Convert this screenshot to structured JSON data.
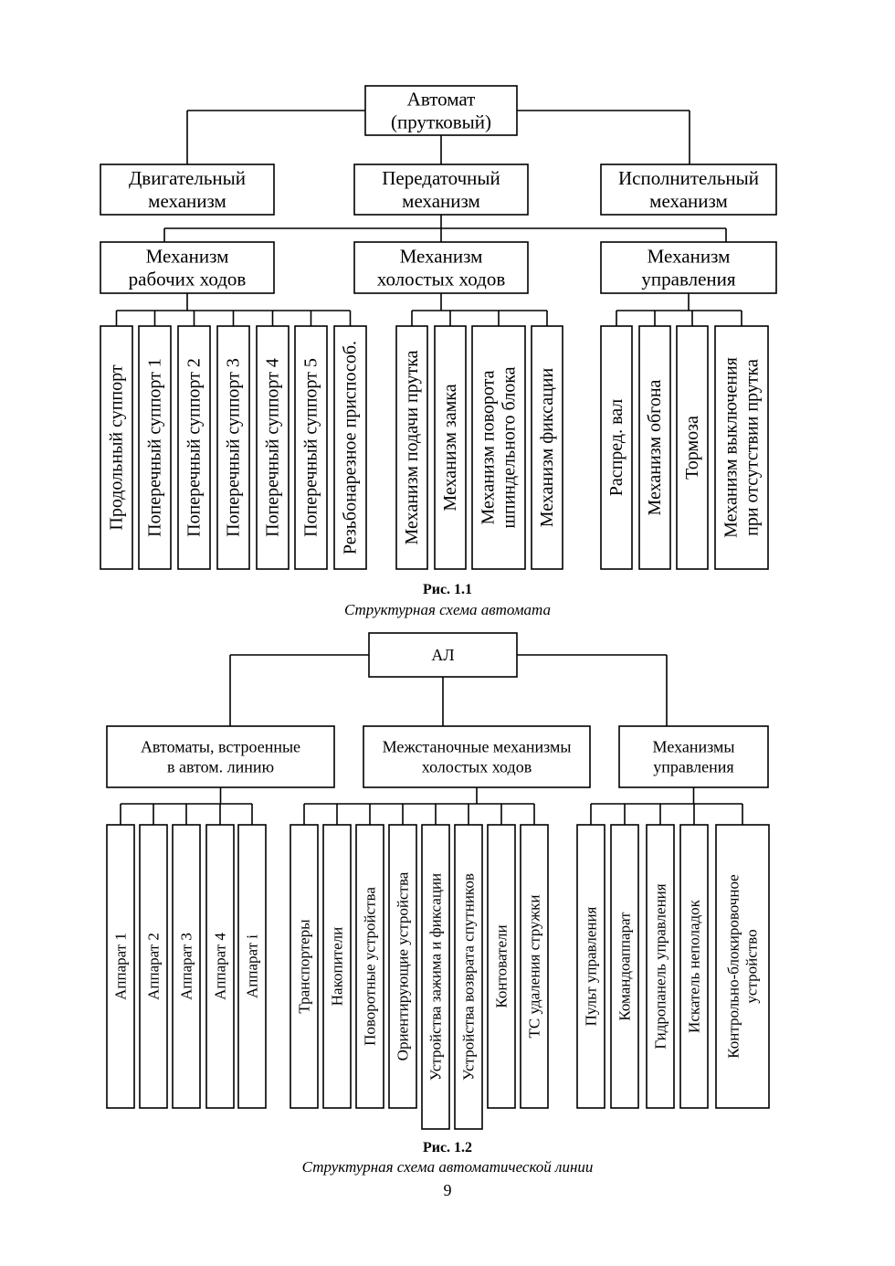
{
  "figure1": {
    "number": "Рис. 1.1",
    "caption": "Структурная схема автомата",
    "root": [
      "Автомат",
      "(прутковый)"
    ],
    "level1": [
      [
        "Двигательный",
        "механизм"
      ],
      [
        "Передаточный",
        "механизм"
      ],
      [
        "Исполнительный",
        "механизм"
      ]
    ],
    "level2": [
      [
        "Механизм",
        "рабочих ходов"
      ],
      [
        "Механизм",
        "холостых ходов"
      ],
      [
        "Механизм",
        "управления"
      ]
    ],
    "leaves": [
      [
        [
          "Продольный суппорт"
        ],
        [
          "Поперечный суппорт 1"
        ],
        [
          "Поперечный суппорт 2"
        ],
        [
          "Поперечный суппорт 3"
        ],
        [
          "Поперечный суппорт 4"
        ],
        [
          "Поперечный суппорт 5"
        ],
        [
          "Резьбонарезное приспособ."
        ]
      ],
      [
        [
          "Механизм подачи прутка"
        ],
        [
          "Механизм замка"
        ],
        [
          "Механизм поворота",
          "шпиндельного блока"
        ],
        [
          "Механизм фиксации"
        ]
      ],
      [
        [
          "Распред. вал"
        ],
        [
          "Механизм обгона"
        ],
        [
          "Тормоза"
        ],
        [
          "Механизм выключения",
          "при отсутствии прутка"
        ]
      ]
    ]
  },
  "figure2": {
    "number": "Рис. 1.2",
    "caption": "Структурная схема автоматической линии",
    "root": [
      "АЛ"
    ],
    "level1": [
      [
        "Автоматы, встроенные",
        "в автом. линию"
      ],
      [
        "Межстаночные механизмы",
        "холостых ходов"
      ],
      [
        "Механизмы",
        "управления"
      ]
    ],
    "leaves": [
      [
        [
          "Аппарат 1"
        ],
        [
          "Аппарат 2"
        ],
        [
          "Аппарат 3"
        ],
        [
          "Аппарат 4"
        ],
        [
          "Аппарат i"
        ]
      ],
      [
        [
          "Транспортеры"
        ],
        [
          "Накопители"
        ],
        [
          "Поворотные устройства"
        ],
        [
          "Ориентирующие устройства"
        ],
        [
          "Устройства зажима и фиксации"
        ],
        [
          "Устройства возврата спутников"
        ],
        [
          "Контователи"
        ],
        [
          "ТС удаления стружки"
        ]
      ],
      [
        [
          "Пульт управления"
        ],
        [
          "Командоаппарат"
        ],
        [
          "Гидропанель управления"
        ],
        [
          "Искатель неполадок"
        ],
        [
          "Контрольно-блокировочное",
          "устройство"
        ]
      ]
    ]
  },
  "page_number": "9"
}
